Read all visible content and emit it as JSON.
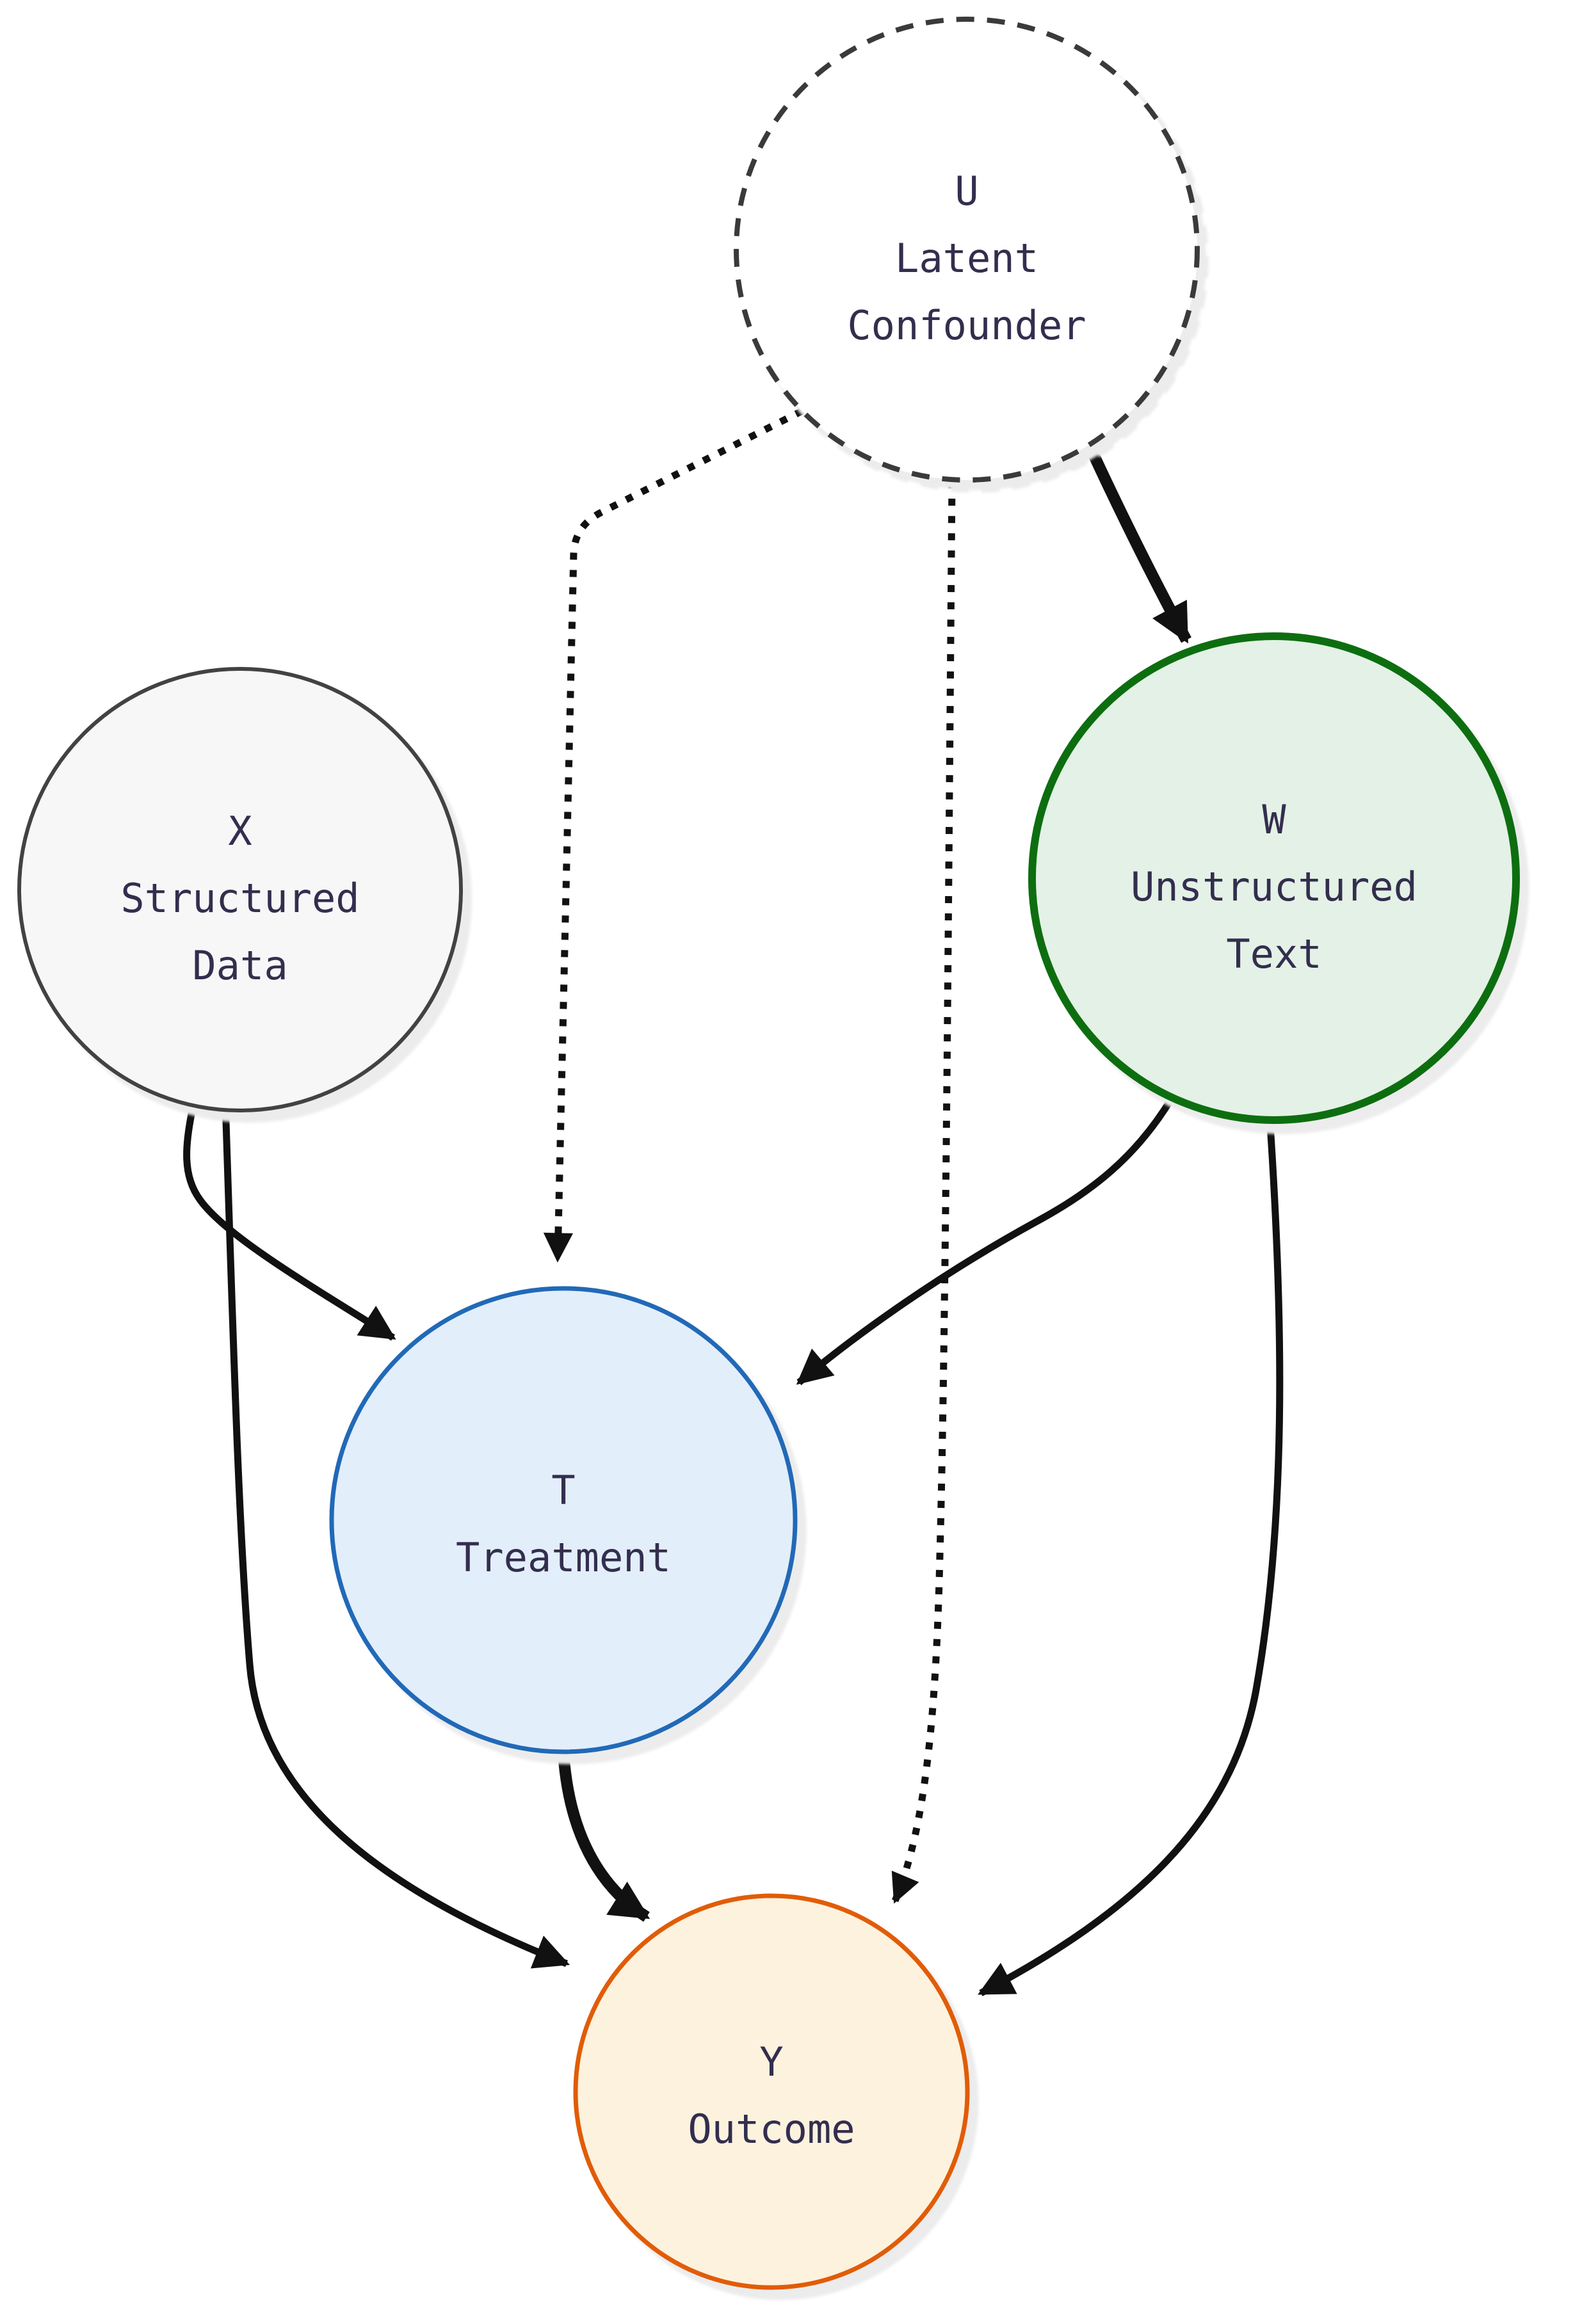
{
  "diagram": {
    "type": "causal-dag",
    "theme": {
      "background": "#ffffff",
      "edge_color": "#111111",
      "text_color": "#332e4e",
      "shadow_color": "#ececec"
    },
    "nodes": {
      "u": {
        "letter": "U",
        "lines": [
          "U",
          "Latent",
          "Confounder"
        ],
        "fill": "#ffffff",
        "border_color": "#3a3a3a",
        "border_style": "dashed",
        "meaning": "latent-confounder"
      },
      "x": {
        "letter": "X",
        "lines": [
          "X",
          "Structured",
          "Data"
        ],
        "fill": "#f7f7f7",
        "border_color": "#424242",
        "border_style": "solid",
        "meaning": "structured-data"
      },
      "w": {
        "letter": "W",
        "lines": [
          "W",
          "Unstructured",
          "Text"
        ],
        "fill": "#e4f1e6",
        "border_color": "#0d6e10",
        "border_style": "solid",
        "meaning": "unstructured-text"
      },
      "t": {
        "letter": "T",
        "lines": [
          "T",
          "Treatment"
        ],
        "fill": "#e3eefb",
        "border_color": "#2169b7",
        "border_style": "solid",
        "meaning": "treatment"
      },
      "y": {
        "letter": "Y",
        "lines": [
          "Y",
          "Outcome"
        ],
        "fill": "#fdf2de",
        "border_color": "#e15c07",
        "border_style": "solid",
        "meaning": "outcome"
      }
    },
    "edges": [
      {
        "from": "U",
        "to": "W",
        "style": "solid-bold",
        "arrow": "filled"
      },
      {
        "from": "U",
        "to": "T",
        "style": "dotted",
        "arrow": "filled"
      },
      {
        "from": "U",
        "to": "Y",
        "style": "dotted",
        "arrow": "filled"
      },
      {
        "from": "X",
        "to": "T",
        "style": "solid",
        "arrow": "filled"
      },
      {
        "from": "X",
        "to": "Y",
        "style": "solid",
        "arrow": "filled"
      },
      {
        "from": "W",
        "to": "T",
        "style": "solid",
        "arrow": "filled"
      },
      {
        "from": "W",
        "to": "Y",
        "style": "solid",
        "arrow": "filled"
      },
      {
        "from": "T",
        "to": "Y",
        "style": "solid-bold",
        "arrow": "filled"
      }
    ]
  }
}
